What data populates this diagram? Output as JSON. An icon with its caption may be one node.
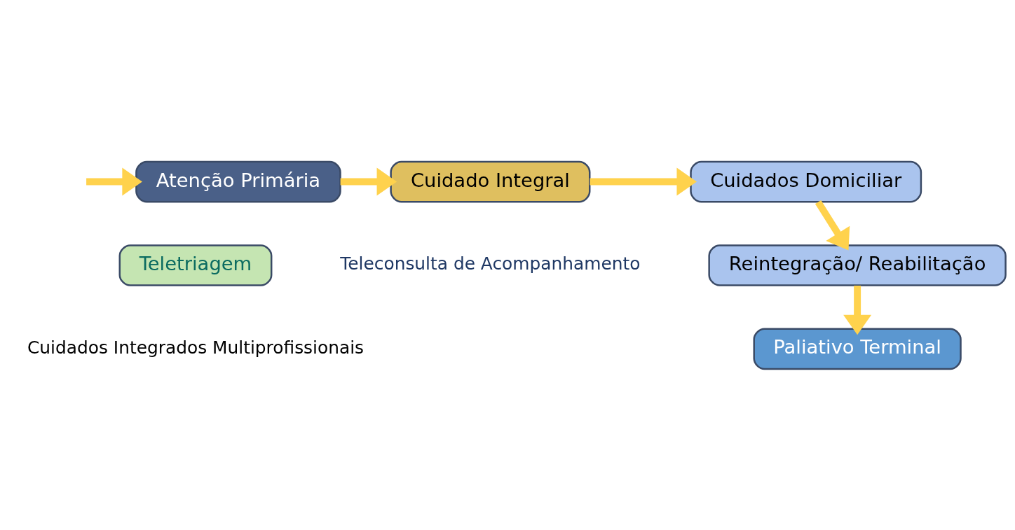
{
  "diagram": {
    "nodes": [
      {
        "text": [
          "Atenção Primária"
        ]
      },
      {
        "text": [
          "Cuidado Integral"
        ]
      },
      {
        "text": [
          "Cuidados Domiciliar"
        ]
      },
      {
        "text": [
          "Teletriagem"
        ]
      },
      {
        "text": [
          "Reintegração/ Reabilitação"
        ]
      },
      {
        "text": [
          "Paliativo Terminal"
        ]
      }
    ],
    "edges": [
      {
        "from": null,
        "to": 0,
        "arrow": "to"
      },
      {
        "from": 0,
        "to": 1,
        "arrow": "to"
      },
      {
        "from": 1,
        "to": 2,
        "arrow": "to"
      },
      {
        "from": 2,
        "to": 4,
        "arrow": "to"
      },
      {
        "from": 4,
        "to": 5,
        "arrow": "to"
      }
    ],
    "labels": [
      "Teleconsulta de Acompanhamento",
      "Cuidados Integrados Multiprofissionais"
    ]
  }
}
